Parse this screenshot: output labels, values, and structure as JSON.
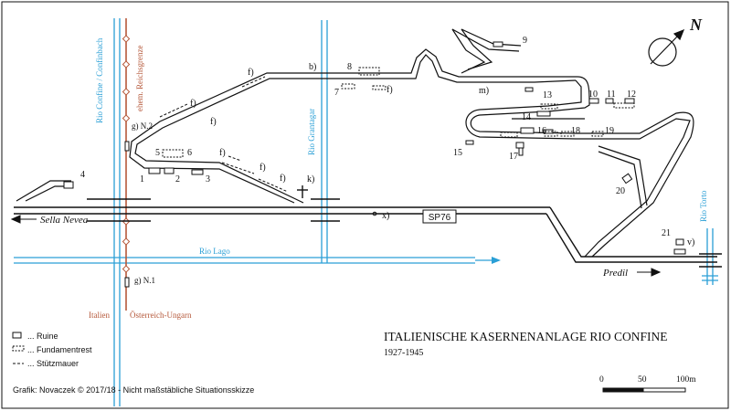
{
  "title": "ITALIENISCHE KASERNENANLAGE RIO CONFINE",
  "years": "1927-1945",
  "credit": "Grafik: Novaczek © 2017/18  - Nicht maßstäbliche Situationsskizze",
  "north": "N",
  "road_label": "SP76",
  "places": {
    "west": "Sella Nevea",
    "east": "Predil"
  },
  "rivers": {
    "confine": "Rio Confine / Confinbach",
    "grantagar": "Rio Grantagar",
    "lago": "Rio Lago",
    "torto": "Rio Torto"
  },
  "border": {
    "old_border": "ehem. Reichsgrenze",
    "italy": "Italien",
    "austria": "Österreich-Ungarn",
    "marker_n2": "g) N.2",
    "marker_n1": "g) N.1"
  },
  "legend": {
    "ruin": "... Ruine",
    "foundation": "... Fundamentrest",
    "wall": "... Stützmauer"
  },
  "scale": {
    "labels": [
      "0",
      "50",
      "100m"
    ]
  },
  "labels": {
    "n1": "1",
    "n2": "2",
    "n3": "3",
    "n4": "4",
    "n5": "5",
    "n6": "6",
    "n7": "7",
    "n8": "8",
    "n9": "9",
    "n10": "10",
    "n11": "11",
    "n12": "12",
    "n13": "13",
    "n14": "14",
    "n15": "15",
    "n16": "16",
    "n17": "17",
    "n18": "18",
    "n19": "19",
    "n20": "20",
    "n21": "21",
    "b": "b)",
    "k": "k)",
    "m": "m)",
    "v": "v)",
    "x": "x)",
    "f1": "f)",
    "f2": "f)",
    "f3": "f)",
    "f4": "f)",
    "f5": "f)",
    "f6": "f)",
    "f7": "f)"
  },
  "colors": {
    "river": "#2a9fd6",
    "border": "#b5583a",
    "ink": "#111111"
  }
}
